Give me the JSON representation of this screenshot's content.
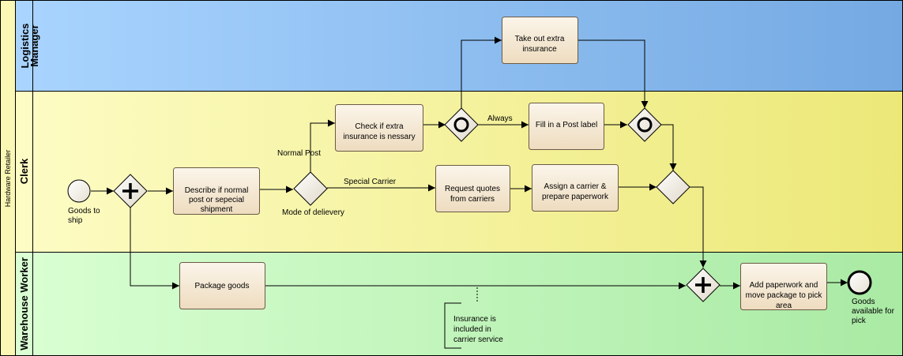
{
  "pool": {
    "label": "Hardware Retailer"
  },
  "lanes": {
    "logistics": {
      "label_line1": "Logistics",
      "label_line2": "Manager"
    },
    "clerk": {
      "label": "Clerk"
    },
    "warehouse": {
      "label": "Warehouse Worker"
    }
  },
  "events": {
    "start": {
      "line1": "Goods to",
      "line2": "ship"
    },
    "end": {
      "line1": "Goods",
      "line2": "available for",
      "line3": "pick"
    }
  },
  "tasks": {
    "describe": {
      "line1": "Describe if normal",
      "line2": "post or sepecial",
      "line3": "shipment"
    },
    "check_insurance": {
      "line1": "Check if extra",
      "line2": "insurance is nessary"
    },
    "take_out_insurance": {
      "line1": "Take out extra",
      "line2": "insurance"
    },
    "fill_post_label": {
      "line1": "Fill in a Post label"
    },
    "request_quotes": {
      "line1": "Request quotes",
      "line2": "from carriers"
    },
    "assign_carrier": {
      "line1": "Assign a carrier &",
      "line2": "prepare paperwork"
    },
    "package_goods": {
      "line1": "Package goods"
    },
    "add_paperwork": {
      "line1": "Add paperwork and",
      "line2": "move package to pick",
      "line3": "area"
    }
  },
  "flow_labels": {
    "normal_post": "Normal Post",
    "special_carrier": "Special Carrier",
    "always": "Always",
    "mode_of_delivery": "Mode of delievery"
  },
  "annotation": {
    "line1": "Insurance is",
    "line2": "included in",
    "line3": "carrier service"
  },
  "colors": {
    "logistics_lane": "#7fb4e8",
    "clerk_lane": "#f2ee86",
    "warehouse_lane": "#b8f2b0",
    "pool_header": "#fbf7b4",
    "task_fill": "#f3e6cf"
  }
}
